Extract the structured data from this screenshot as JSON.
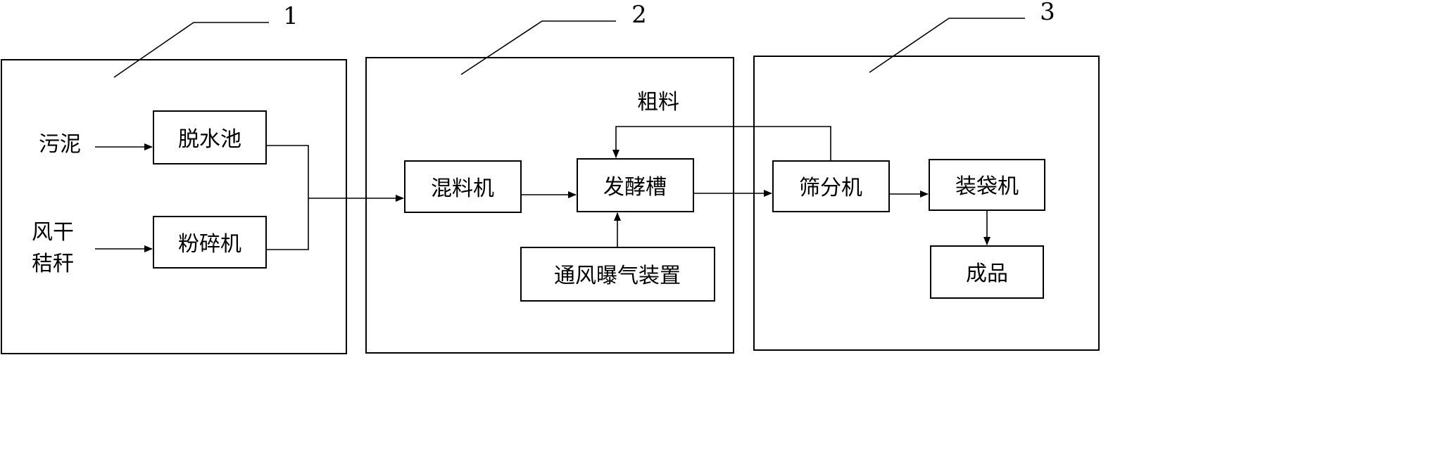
{
  "stages": [
    {
      "number": "1"
    },
    {
      "number": "2"
    },
    {
      "number": "3"
    }
  ],
  "inputs": {
    "sludge": "污泥",
    "straw_line1": "风干",
    "straw_line2": "秸秆"
  },
  "boxes": {
    "dewatering_pond": "脱水池",
    "crusher": "粉碎机",
    "mixer": "混料机",
    "fermentation_tank": "发酵槽",
    "aeration_device": "通风曝气装置",
    "screening_machine": "筛分机",
    "bagging_machine": "装袋机",
    "finished_product": "成品"
  },
  "feedback_label": "粗料"
}
